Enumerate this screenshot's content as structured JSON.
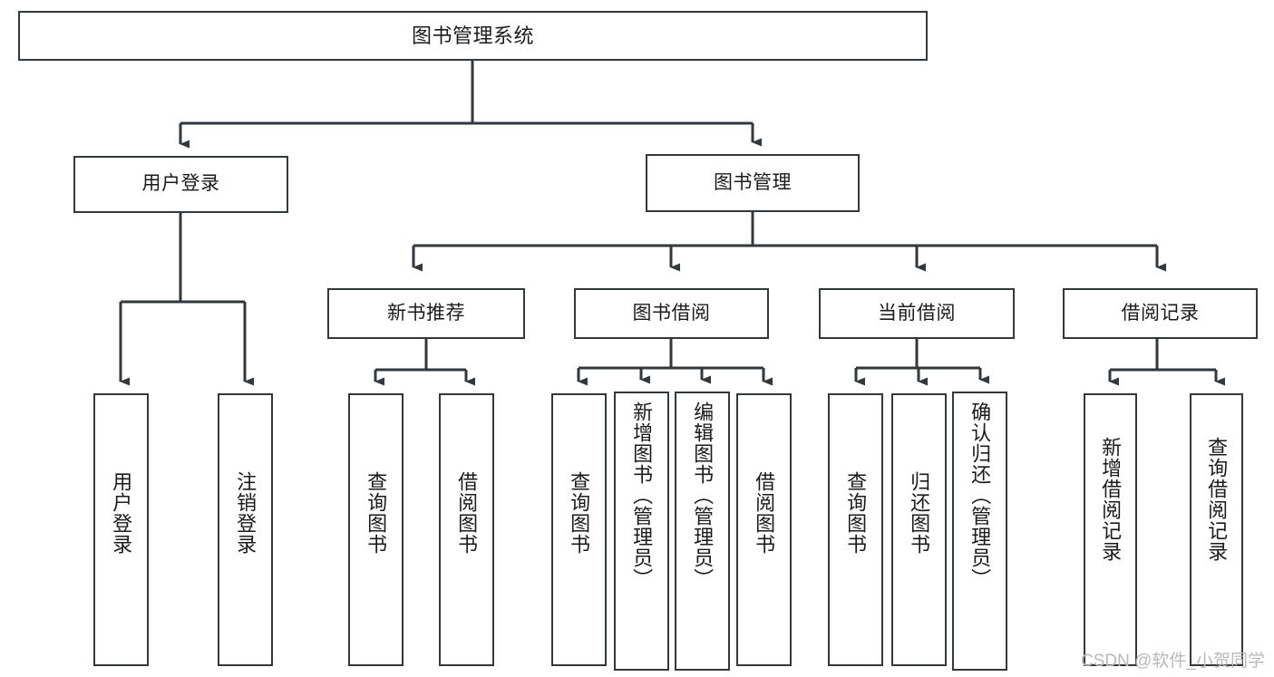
{
  "diagram": {
    "title": "图书管理系统",
    "type": "tree",
    "orientation": "top-down",
    "colors": {
      "background": "#ffffff",
      "node_border": "#33383d",
      "node_fill": "#ffffff",
      "edge": "#33383d",
      "text": "#1b1b1b",
      "watermark": "#b9b9b9"
    },
    "nodes": {
      "root": {
        "label": "图书管理系统"
      },
      "level1": [
        {
          "label": "用户登录"
        },
        {
          "label": "图书管理"
        }
      ],
      "level2": [
        {
          "label": "新书推荐"
        },
        {
          "label": "图书借阅"
        },
        {
          "label": "当前借阅"
        },
        {
          "label": "借阅记录"
        }
      ],
      "leaves": {
        "user_login": [
          {
            "label": "用户登录"
          },
          {
            "label": "注销登录"
          }
        ],
        "new_book_recommend": [
          {
            "label": "查询图书"
          },
          {
            "label": "借阅图书"
          }
        ],
        "book_borrow": [
          {
            "label": "查询图书"
          },
          {
            "label": "新增图书（管理员）"
          },
          {
            "label": "编辑图书（管理员）"
          },
          {
            "label": "借阅图书"
          }
        ],
        "current_borrow": [
          {
            "label": "查询图书"
          },
          {
            "label": "归还图书"
          },
          {
            "label": "确认归还（管理员）"
          }
        ],
        "borrow_record": [
          {
            "label": "新增借阅记录"
          },
          {
            "label": "查询借阅记录"
          }
        ]
      }
    },
    "watermark": "CSDN @软件_小贺同学"
  }
}
